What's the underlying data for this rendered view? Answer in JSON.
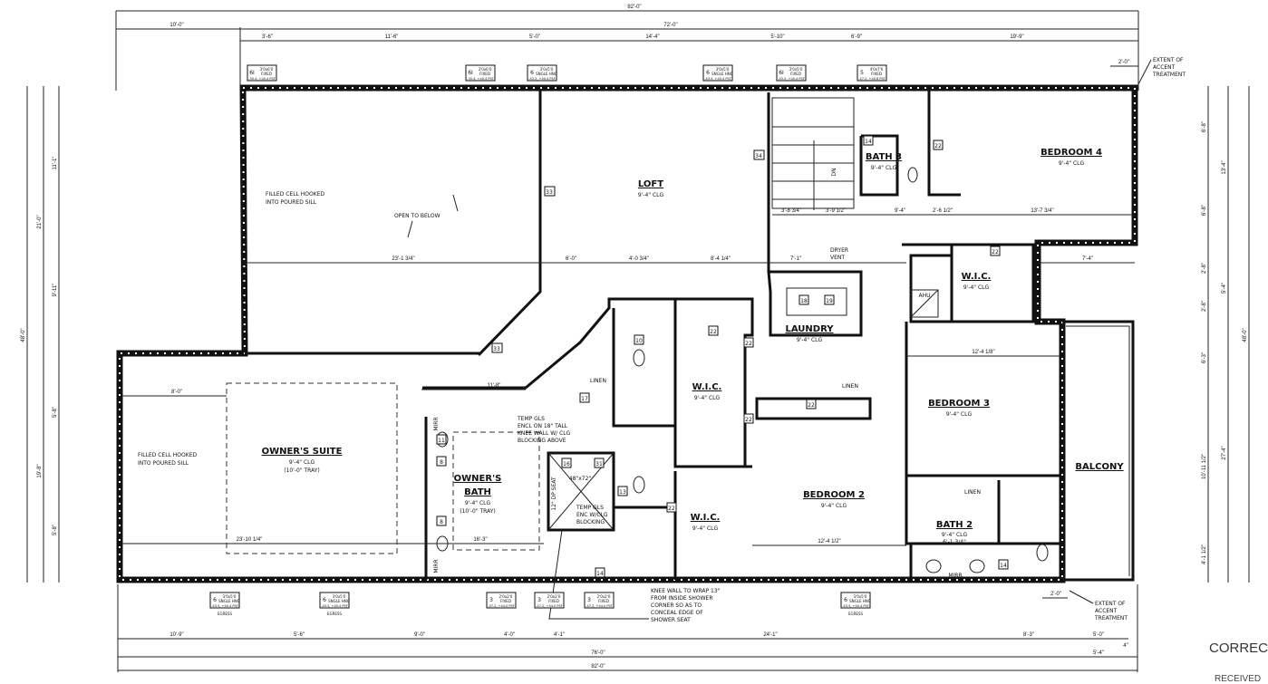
{
  "dimensions": {
    "top": {
      "overall": "82'-0\"",
      "left": "10'-0\"",
      "right": "72'-0\"",
      "segments": [
        "3'-6\"",
        "11'-6\"",
        "5'-0\"",
        "14'-4\"",
        "5'-10\"",
        "6'-9\"",
        "19'-9\""
      ],
      "accent": "2'-0\""
    },
    "bottom": {
      "segments": [
        "10'-9\"",
        "5'-6\"",
        "9'-0\"",
        "4'-0\"",
        "4'-1\"",
        "24'-1\"",
        "8'-3\"",
        "5'-0\""
      ],
      "mid": "76'-0\"",
      "mid_right": "5'-4\"",
      "overall": "82'-0\"",
      "accent": "2'-0\"",
      "small": "4\""
    },
    "left": [
      "11'-1\"",
      "21'-0\"",
      "9'-11\"",
      "5'-8\"",
      "19'-8\"",
      "5'-8\"",
      "48'-0\""
    ],
    "right": [
      "6'-8\"",
      "13'-4\"",
      "6'-8\"",
      "2'-8\"",
      "5'-4\"",
      "2'-8\"",
      "6'-3\"",
      "27'-4\"",
      "10'-11 1/2\"",
      "4'-1 1/2\"",
      "48'-0\""
    ]
  },
  "rooms": [
    {
      "name": "LOFT",
      "ceiling": "9'-4\" CLG"
    },
    {
      "name": "OWNER'S SUITE",
      "ceiling": "9'-4\" CLG",
      "tray": "(10'-0\" TRAY)"
    },
    {
      "name": "OWNER'S",
      "name2": "BATH",
      "ceiling": "9'-4\" CLG",
      "tray": "(10'-0\" TRAY)"
    },
    {
      "name": "W.I.C.",
      "ceiling": "9'-4\" CLG"
    },
    {
      "name": "LAUNDRY",
      "ceiling": "9'-4\" CLG"
    },
    {
      "name": "BATH 3",
      "ceiling": "9'-4\" CLG"
    },
    {
      "name": "BEDROOM 4",
      "ceiling": "9'-4\" CLG"
    },
    {
      "name": "W.I.C.",
      "ceiling": "9'-4\" CLG"
    },
    {
      "name": "BEDROOM 3",
      "ceiling": "9'-4\" CLG"
    },
    {
      "name": "BEDROOM 2",
      "ceiling": "9'-4\" CLG"
    },
    {
      "name": "W.I.C.",
      "ceiling": "9'-4\" CLG"
    },
    {
      "name": "BATH 2",
      "ceiling": "9'-4\" CLG",
      "dim": "6'-1 3/4\""
    },
    {
      "name": "BALCONY"
    }
  ],
  "notes": {
    "open_to_below": "OPEN TO BELOW",
    "filled_cell": [
      "FILLED CELL HOOKED",
      "INTO POURED SILL"
    ],
    "dryer_vent": [
      "DRYER",
      "VENT"
    ],
    "accent": [
      "EXTENT OF",
      "ACCENT",
      "TREATMENT"
    ],
    "knee_wall": [
      "KNEE WALL TO WRAP 13\"",
      "FROM INSIDE SHOWER",
      "CORNER SO AS TO",
      "CONCEAL EDGE OF",
      "SHOWER SEAT"
    ],
    "temp_gls_1": [
      "TEMP GLS",
      "ENCL ON 18\" TALL",
      "KNEE WALL W/ CLG",
      "BLOCKING ABOVE"
    ],
    "temp_gls_2": [
      "TEMP GLS",
      "ENC W/CLG",
      "BLOCKING"
    ],
    "shower": "48\"x72\"",
    "seat": "12\" DP SEAT",
    "linen": "LINEN",
    "ahu": "AHU",
    "mirr": "MIRR",
    "egress": "EGRESS",
    "interior_dims": [
      "23'-1 3/4\"",
      "6'-0\"",
      "4'-0 3/4\"",
      "8'-4 1/4\"",
      "7'-1\"",
      "23'-10 1/4\"",
      "8'-0\"",
      "11'-8\"",
      "16'-3\"",
      "12'-4 1/8\"",
      "12'-4 1/2\"",
      "13'-7 3/4\"",
      "3'-8 3/4\"",
      "3'-9 1/2\"",
      "9'-4\"",
      "2'-6 1/2\"",
      "7'-4\""
    ],
    "stairs": "DN"
  },
  "windows": {
    "top": [
      {
        "num": "6I",
        "size": "3'0x6'0",
        "type": "FIXED",
        "psf": "-30.4, +40.4 PSF"
      },
      {
        "num": "6I",
        "size": "3'0x6'0",
        "type": "FIXED",
        "psf": "-30.4, +40.4 PSF"
      },
      {
        "num": "6",
        "size": "3'0x5'0",
        "type": "SNGLE HNG",
        "psf": "-43.5, +40.4 PSF"
      },
      {
        "num": "6",
        "size": "3'0x5'0",
        "type": "SNGLE HNG",
        "psf": "-43.5, +40.4 PSF"
      },
      {
        "num": "6I",
        "size": "3'0x5'0",
        "type": "FIXED",
        "psf": "-43.5, +40.4 PSF"
      },
      {
        "num": "5",
        "size": "4'0x7'6",
        "type": "FIXED",
        "psf": "-47.2, +40.6 PSF"
      }
    ],
    "bottom": [
      {
        "num": "6",
        "size": "3'0x5'0",
        "type": "SNGLE HNG",
        "psf": "-43.5, +40.4 PSF",
        "egress": true
      },
      {
        "num": "6",
        "size": "3'0x5'0",
        "type": "SNGLE HNG",
        "psf": "-43.5, +40.4 PSF",
        "egress": true
      },
      {
        "num": "3",
        "size": "2'0x2'0",
        "type": "FIXED",
        "psf": "-47.2, +44.0 PSF"
      },
      {
        "num": "3",
        "size": "2'0x2'0",
        "type": "FIXED",
        "psf": "-47.2, +44.0 PSF"
      },
      {
        "num": "3",
        "size": "2'0x2'0",
        "type": "FIXED",
        "psf": "-47.2, +44.0 PSF"
      },
      {
        "num": "6",
        "size": "3'0x5'0",
        "type": "SNGLE HNG",
        "psf": "-43.5, +40.4 PSF",
        "egress": true
      }
    ]
  },
  "fixture_tags": [
    "33",
    "33",
    "34",
    "14",
    "14",
    "14",
    "22",
    "22",
    "22",
    "22",
    "22",
    "22",
    "22",
    "11",
    "8",
    "8",
    "10",
    "13",
    "16",
    "31",
    "17",
    "18",
    "19"
  ],
  "stamps": {
    "correct": "CORRECT",
    "received": "RECEIVED"
  }
}
